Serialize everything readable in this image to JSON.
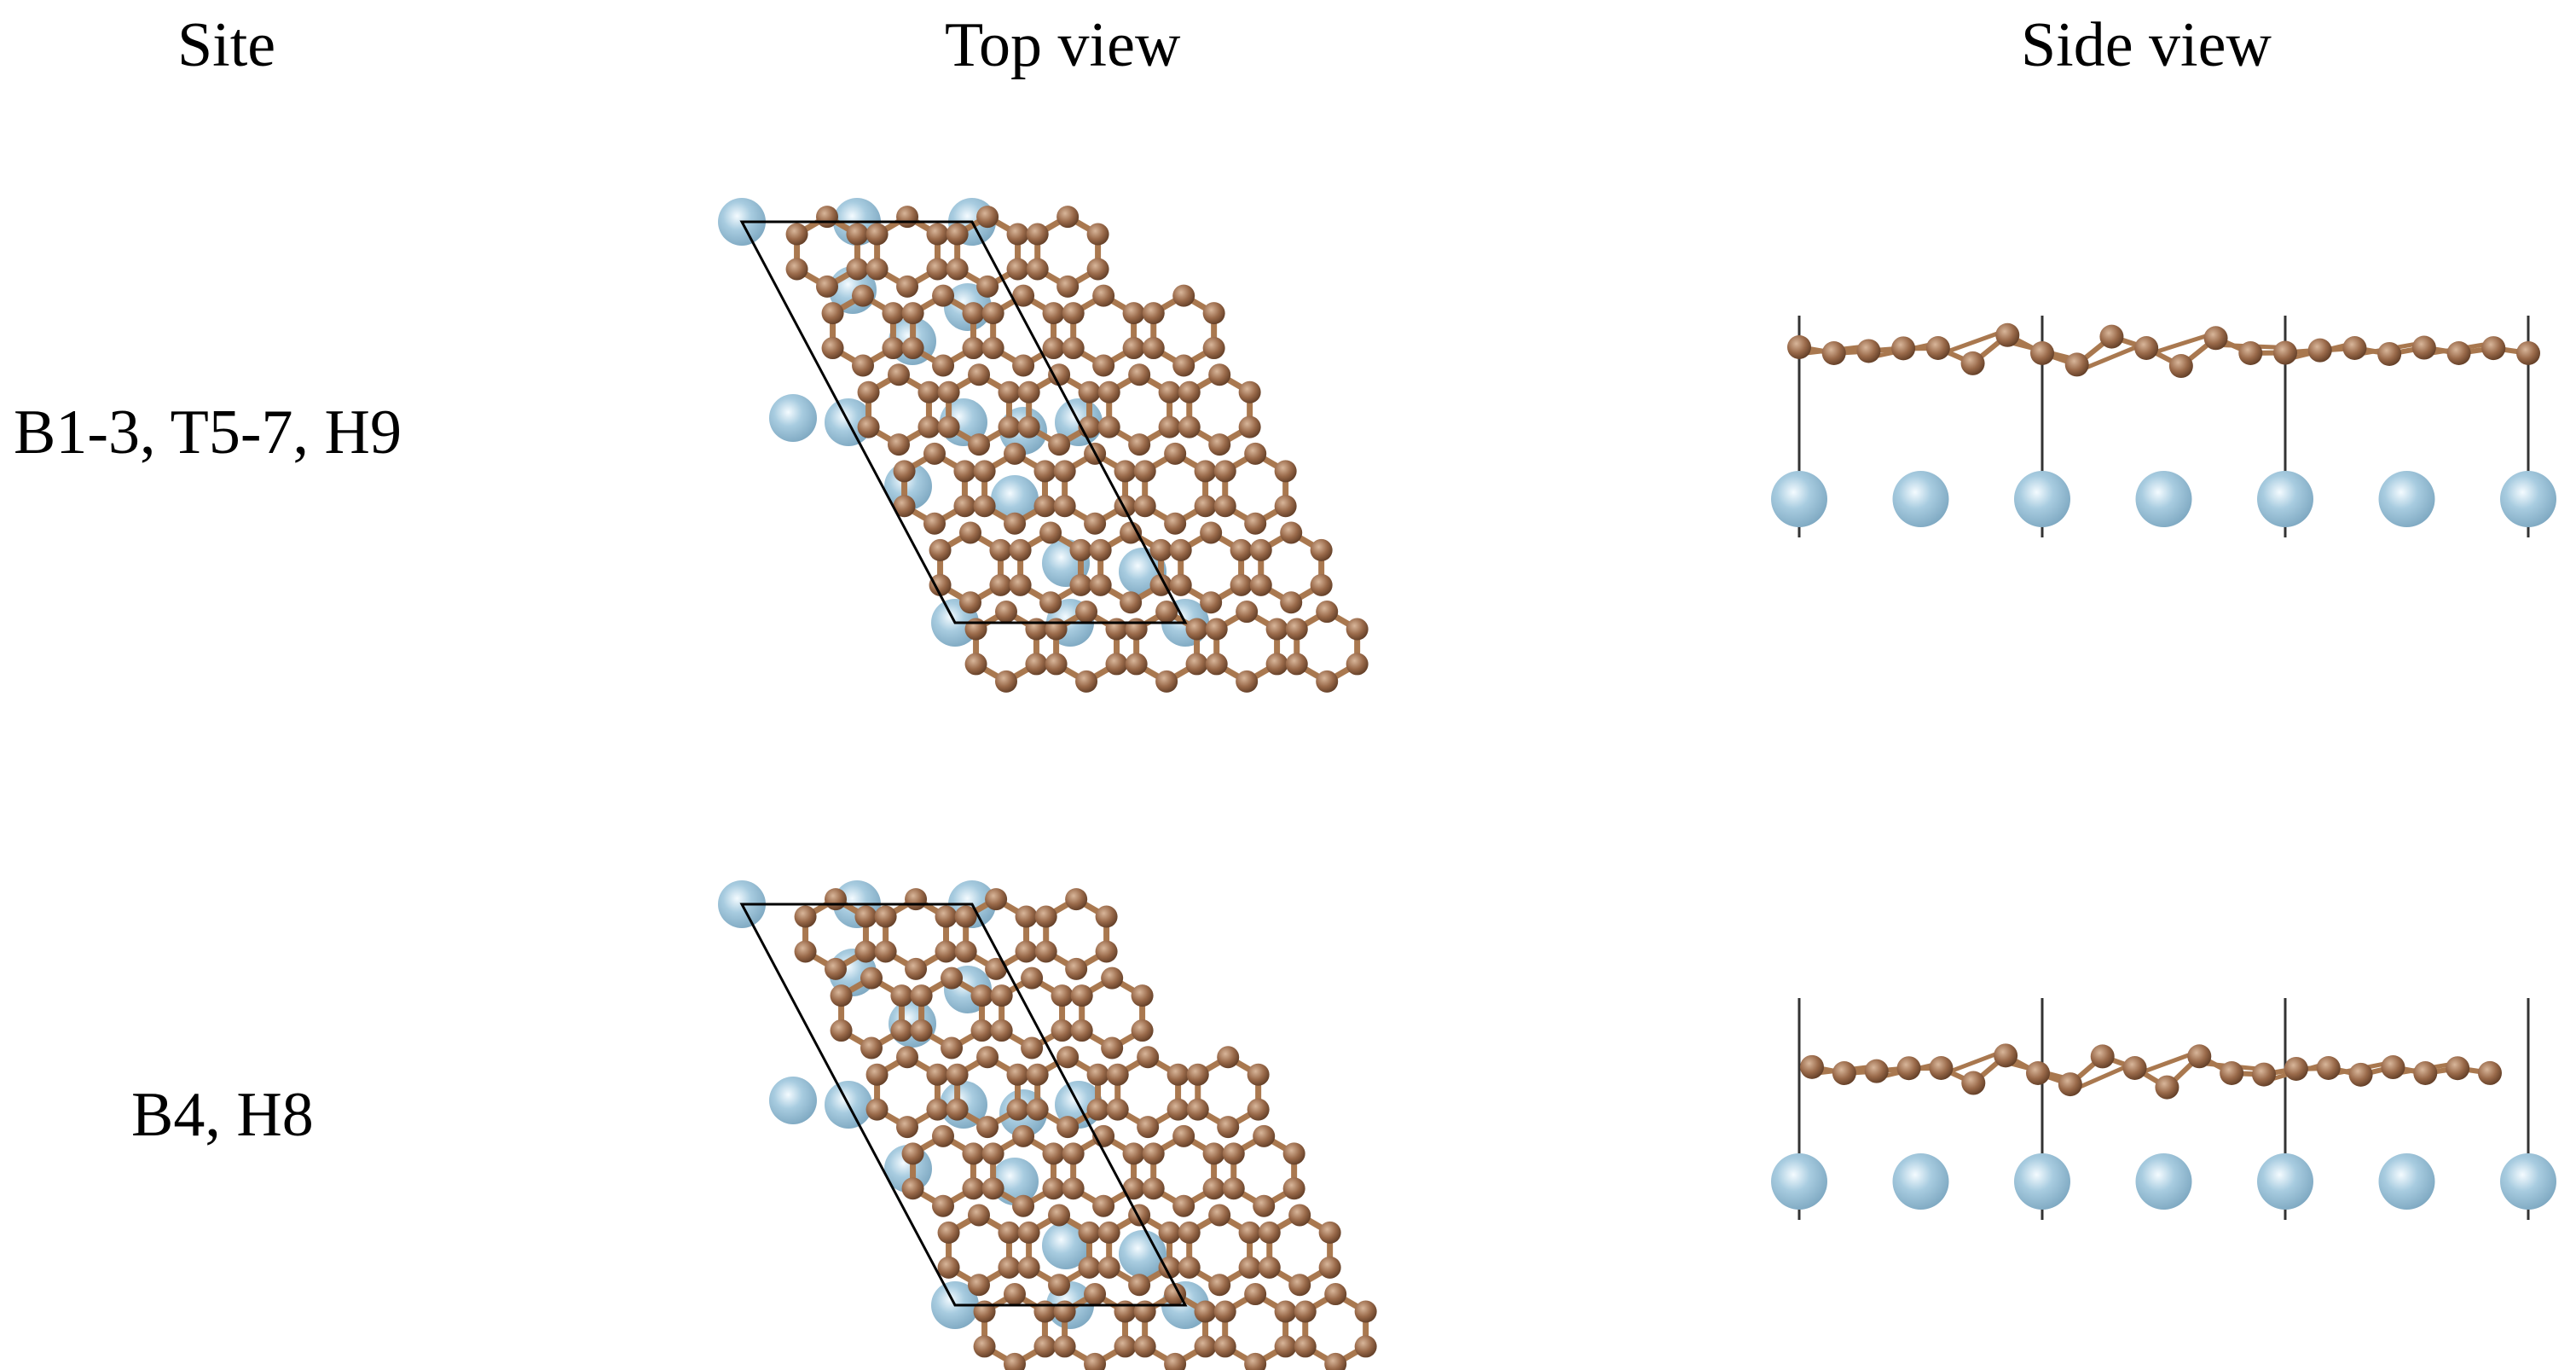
{
  "headers": {
    "site": "Site",
    "top": "Top view",
    "side": "Side view"
  },
  "rows": [
    {
      "label": "B1-3, T5-7, H9"
    },
    {
      "label": "B4, H8"
    }
  ],
  "colors": {
    "carbon": "#9a6a4a",
    "carbon_highlight": "#d8b69a",
    "bond": "#a9784f",
    "substrate": "#a8cce0",
    "substrate_highlight": "#f4fbff",
    "cell": "#000000"
  }
}
